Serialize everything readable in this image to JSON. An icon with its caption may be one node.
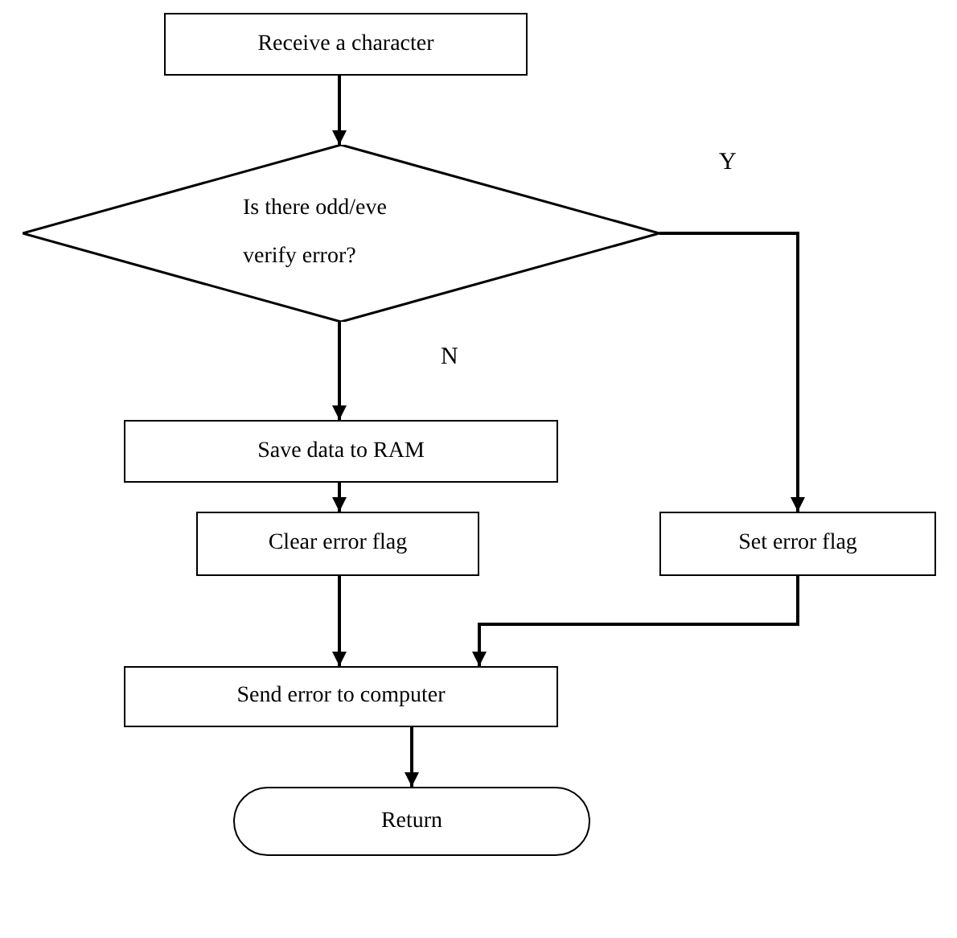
{
  "diagram": {
    "nodes": [
      {
        "text": [
          "Receive a character"
        ]
      },
      {
        "text": [
          "Is there odd/eve verify error?"
        ]
      },
      {
        "text": [
          "Save data to RAM"
        ]
      },
      {
        "text": [
          "Clear error flag"
        ]
      },
      {
        "text": [
          "Set error flag"
        ]
      },
      {
        "text": [
          "Send error to computer"
        ]
      },
      {
        "text": [
          "Return"
        ]
      }
    ],
    "edges": [
      {
        "from": 0,
        "to": 1,
        "arrow": "to"
      },
      {
        "from": 1,
        "to": 2,
        "arrow": "to",
        "label": "N"
      },
      {
        "from": 1,
        "to": 4,
        "arrow": "to",
        "label": "Y"
      },
      {
        "from": 2,
        "to": 3,
        "arrow": "to"
      },
      {
        "from": 3,
        "to": 5,
        "arrow": "to"
      },
      {
        "from": 4,
        "to": 5,
        "arrow": "to"
      },
      {
        "from": 5,
        "to": 6,
        "arrow": "to"
      }
    ]
  }
}
